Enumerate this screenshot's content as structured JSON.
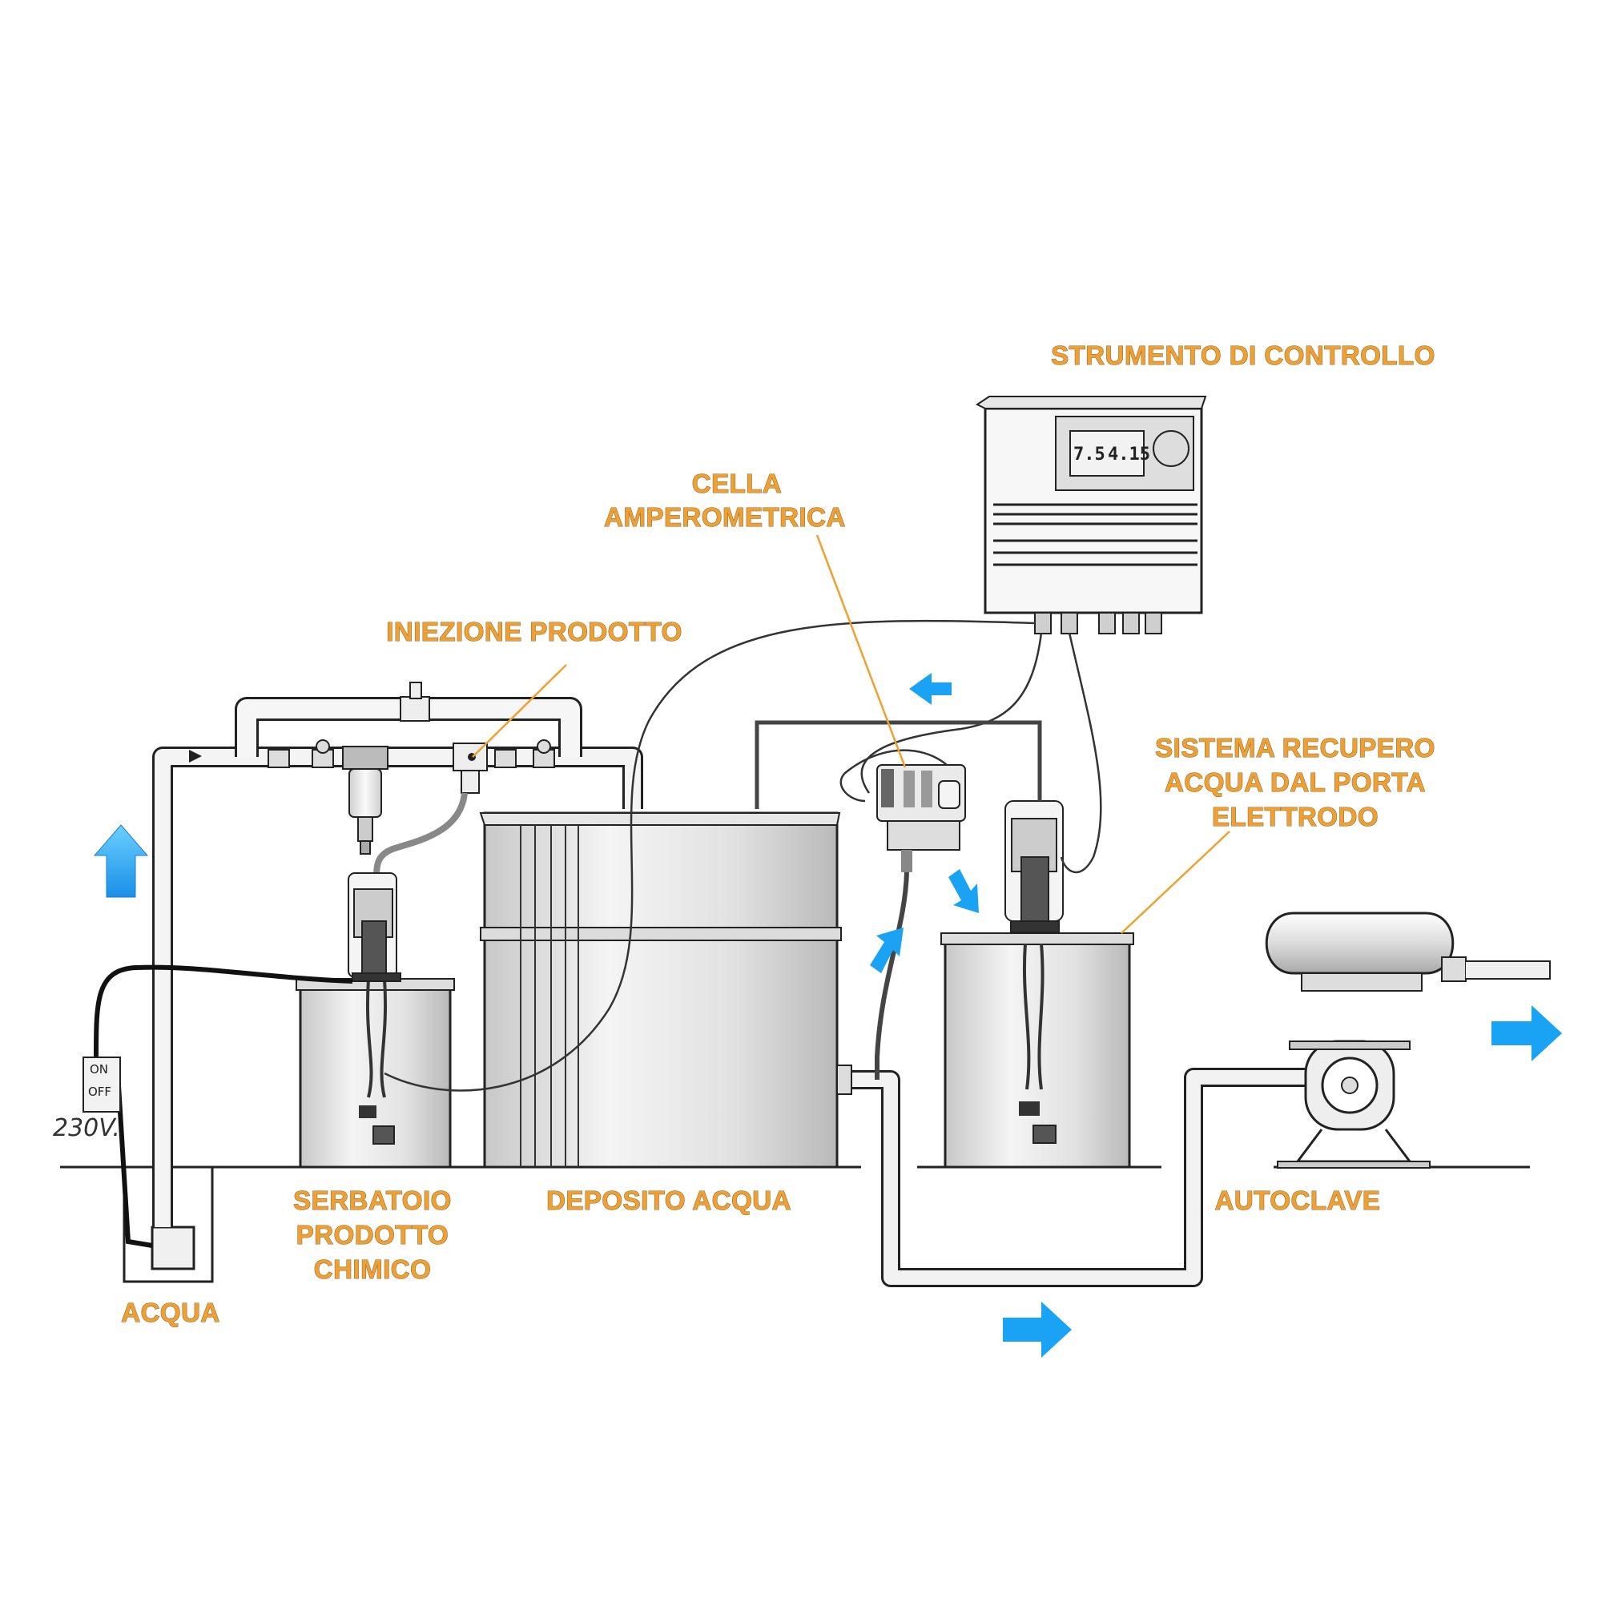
{
  "colors": {
    "label": "#f0a030",
    "arrow": "#1aa3f5",
    "line": "#222222",
    "leader": "#f0a030"
  },
  "labels": {
    "controller": "STRUMENTO DI CONTROLLO",
    "cell_line1": "CELLA",
    "cell_line2": "AMPEROMETRICA",
    "injection": "INIEZIONE PRODOTTO",
    "recovery_line1": "SISTEMA RECUPERO",
    "recovery_line2": "ACQUA DAL PORTA",
    "recovery_line3": "ELETTRODO",
    "chem_tank_line1": "SERBATOIO",
    "chem_tank_line2": "PRODOTTO",
    "chem_tank_line3": "CHIMICO",
    "water_deposit": "DEPOSITO ACQUA",
    "autoclave": "AUTOCLAVE",
    "water": "ACQUA",
    "voltage": "230V.",
    "switch_on": "ON",
    "switch_off": "OFF"
  },
  "display": {
    "reading_left": "7.5",
    "reading_right": "4.15"
  },
  "icons": {
    "flow_arrows": [
      "arrow-up-icon",
      "arrow-left-icon",
      "arrow-down-right-icon",
      "arrow-up-right-icon",
      "arrow-right-icon",
      "arrow-right-icon"
    ]
  }
}
